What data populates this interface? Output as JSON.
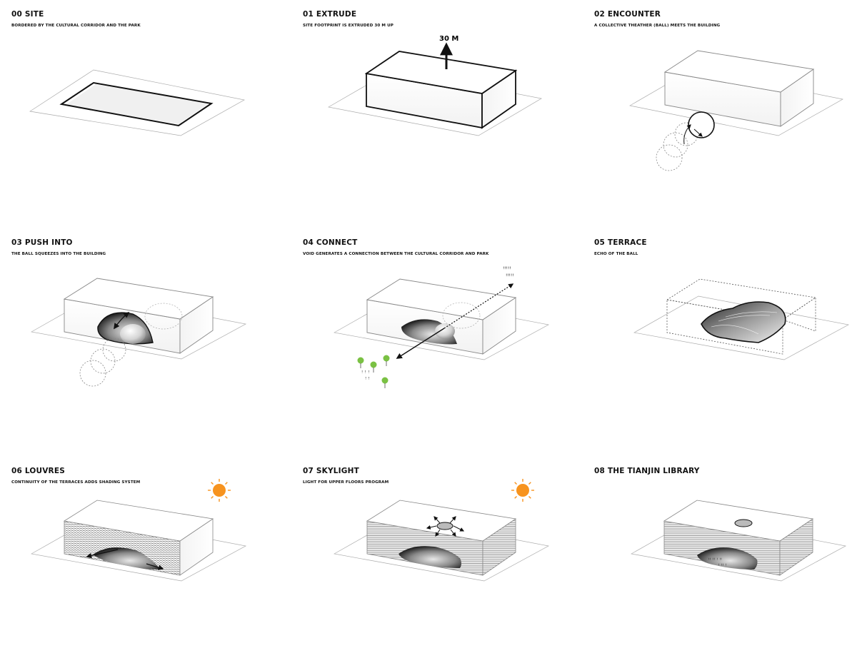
{
  "steps": [
    {
      "title": "00  SITE",
      "subtitle": "BORDERED BY THE CULTURAL CORRIDOR AND THE PARK"
    },
    {
      "title": "01  EXTRUDE",
      "subtitle": "SITE FOOTPRINT IS EXTRUDED 30 M UP"
    },
    {
      "title": "02  ENCOUNTER",
      "subtitle": "A COLLECTIVE THEATHER (BALL) MEETS THE BUILDING"
    },
    {
      "title": "03  PUSH INTO",
      "subtitle": "THE BALL SQUEEZES INTO THE BUILDING"
    },
    {
      "title": "04  CONNECT",
      "subtitle": "VOID GENERATES A CONNECTION BETWEEN THE CULTURAL CORRIDOR AND PARK"
    },
    {
      "title": "05  TERRACE",
      "subtitle": "ECHO OF THE BALL"
    },
    {
      "title": "06  LOUVRES",
      "subtitle": "CONTINUITY OF THE TERRACES ADDS SHADING SYSTEM"
    },
    {
      "title": "07  SKYLIGHT",
      "subtitle": "LIGHT FOR UPPER FLOORS PROGRAM"
    },
    {
      "title": "08  THE TIANJIN LIBRARY",
      "subtitle": ""
    }
  ],
  "extrude_label": "30 M",
  "colors": {
    "sun": "#f7931e",
    "tree": "#7ac143",
    "line": "#111111",
    "hatch": "#555555"
  },
  "icons": [
    "sun-icon",
    "tree-icon",
    "person-icon",
    "arrow-icon"
  ]
}
